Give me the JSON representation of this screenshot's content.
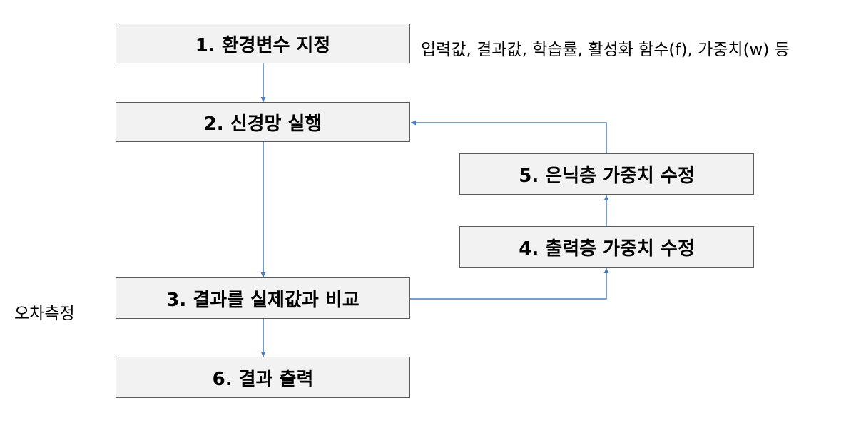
{
  "steps": {
    "step1": "1. 환경변수 지정",
    "step2": "2. 신경망 실행",
    "step3": "3. 결과를 실제값과 비교",
    "step4": "4. 출력층 가중치 수정",
    "step5": "5. 은닉층 가중치 수정",
    "step6": "6. 결과 출력"
  },
  "annotations": {
    "env_vars_note": "입력값, 결과값, 학습률, 활성화 함수(f), 가중치(w) 등",
    "error_measure": "오차측정"
  },
  "colors": {
    "box_fill": "#f2f2f2",
    "box_border": "#5b5b5b",
    "connector": "#4f7db8"
  }
}
